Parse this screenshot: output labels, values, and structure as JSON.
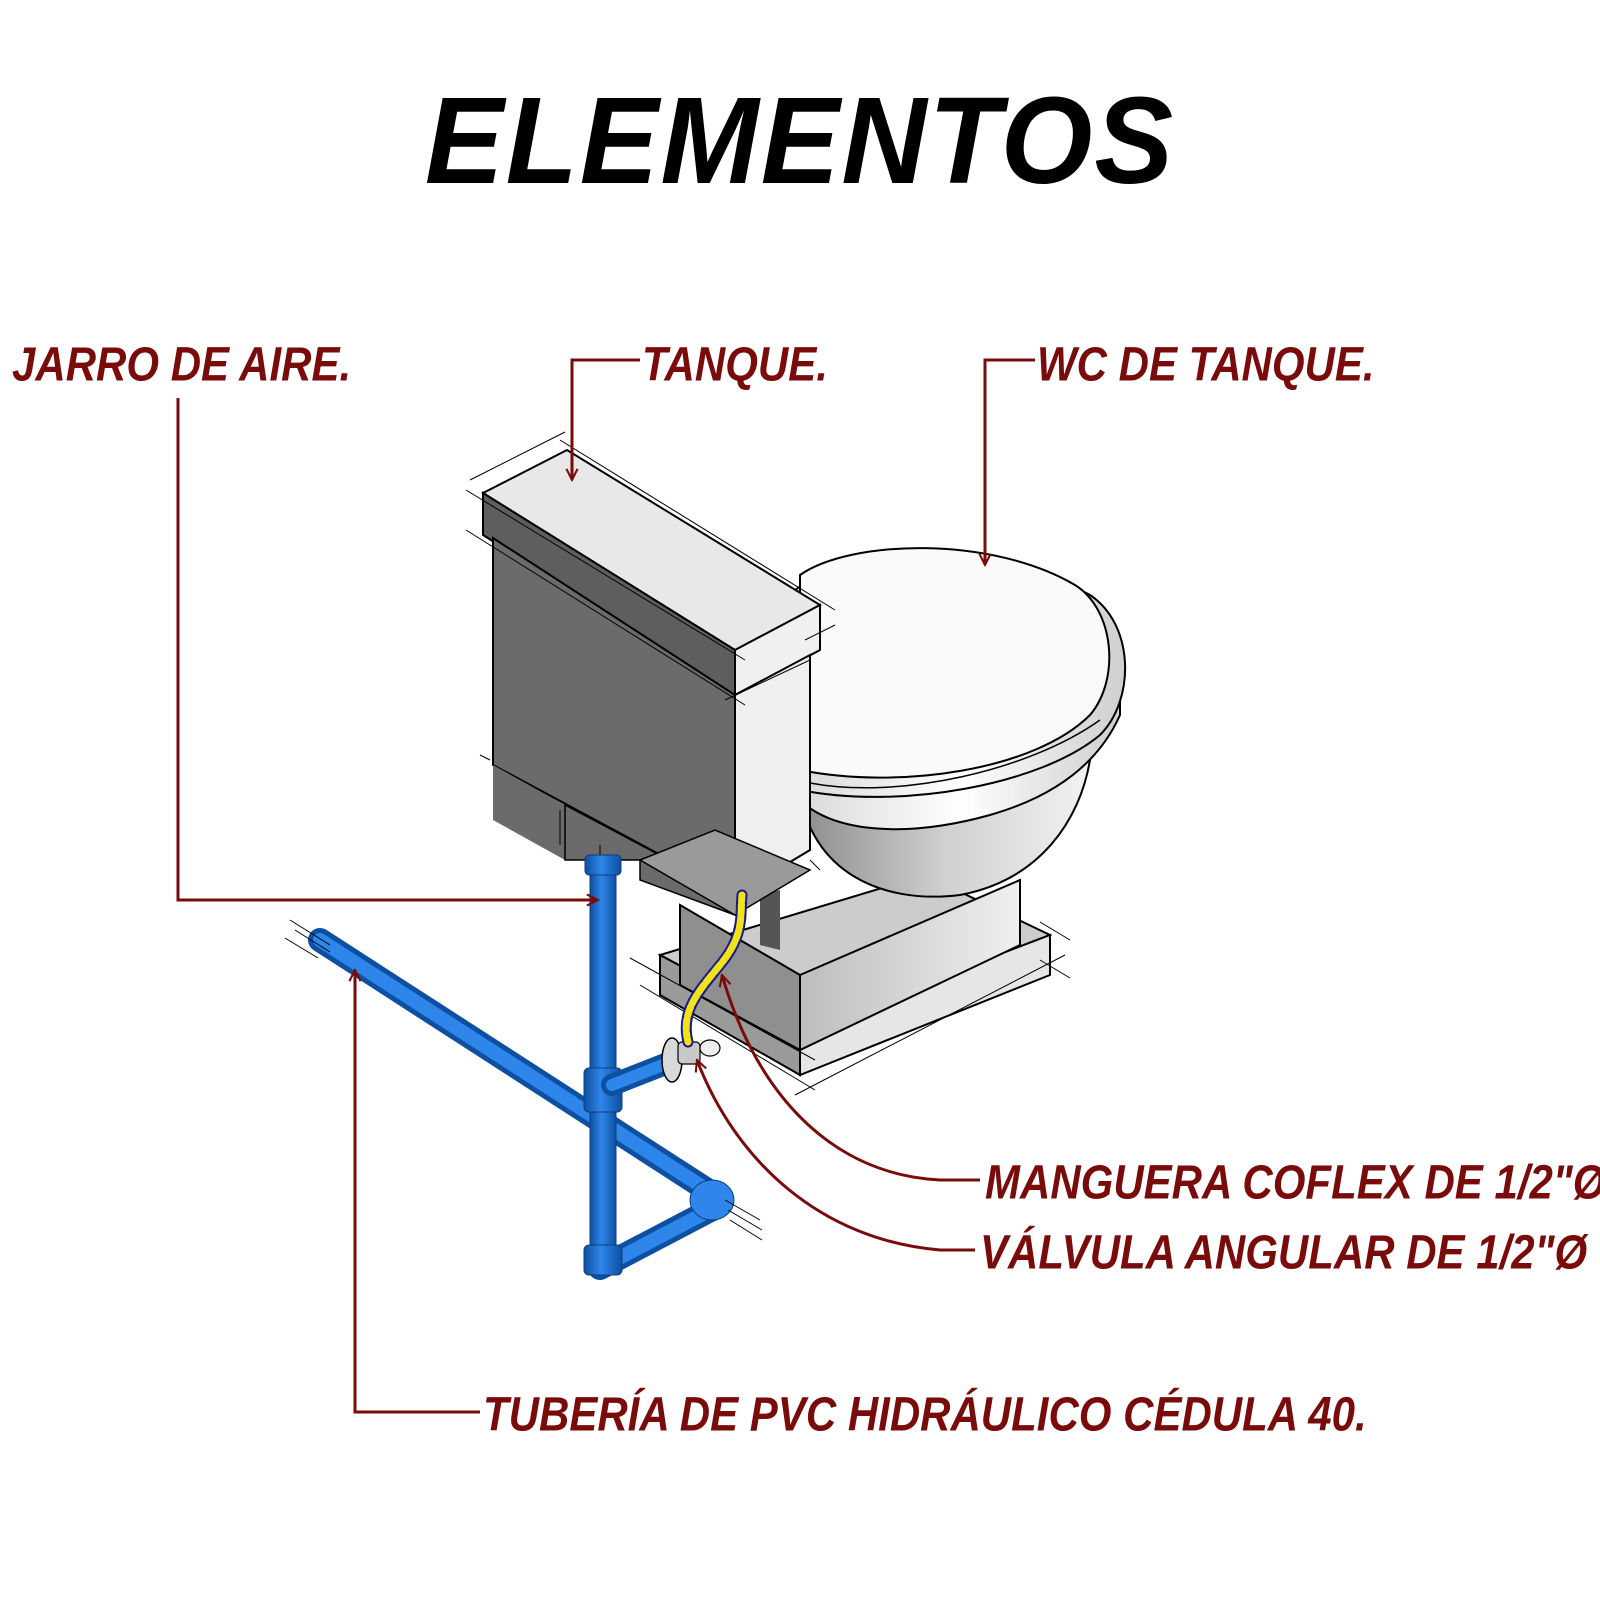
{
  "title": "ELEMENTOS",
  "colors": {
    "label": "#7a0b0b",
    "leader": "#7a0b0b",
    "pipe": "#1e73d6",
    "pipe_dark": "#0d4fa0",
    "hose": "#f2e21a",
    "tank_front": "#6b6b6b",
    "porcelain": "#f2f2f2"
  },
  "labels": {
    "jarro": "JARRO DE AIRE.",
    "tanque": "TANQUE.",
    "wc": "WC DE TANQUE.",
    "coflex": "MANGUERA COFLEX DE 1/2\"Ø",
    "valvula": "VÁLVULA ANGULAR DE 1/2\"Ø",
    "tuberia": "TUBERÍA DE PVC HIDRÁULICO CÉDULA 40."
  }
}
